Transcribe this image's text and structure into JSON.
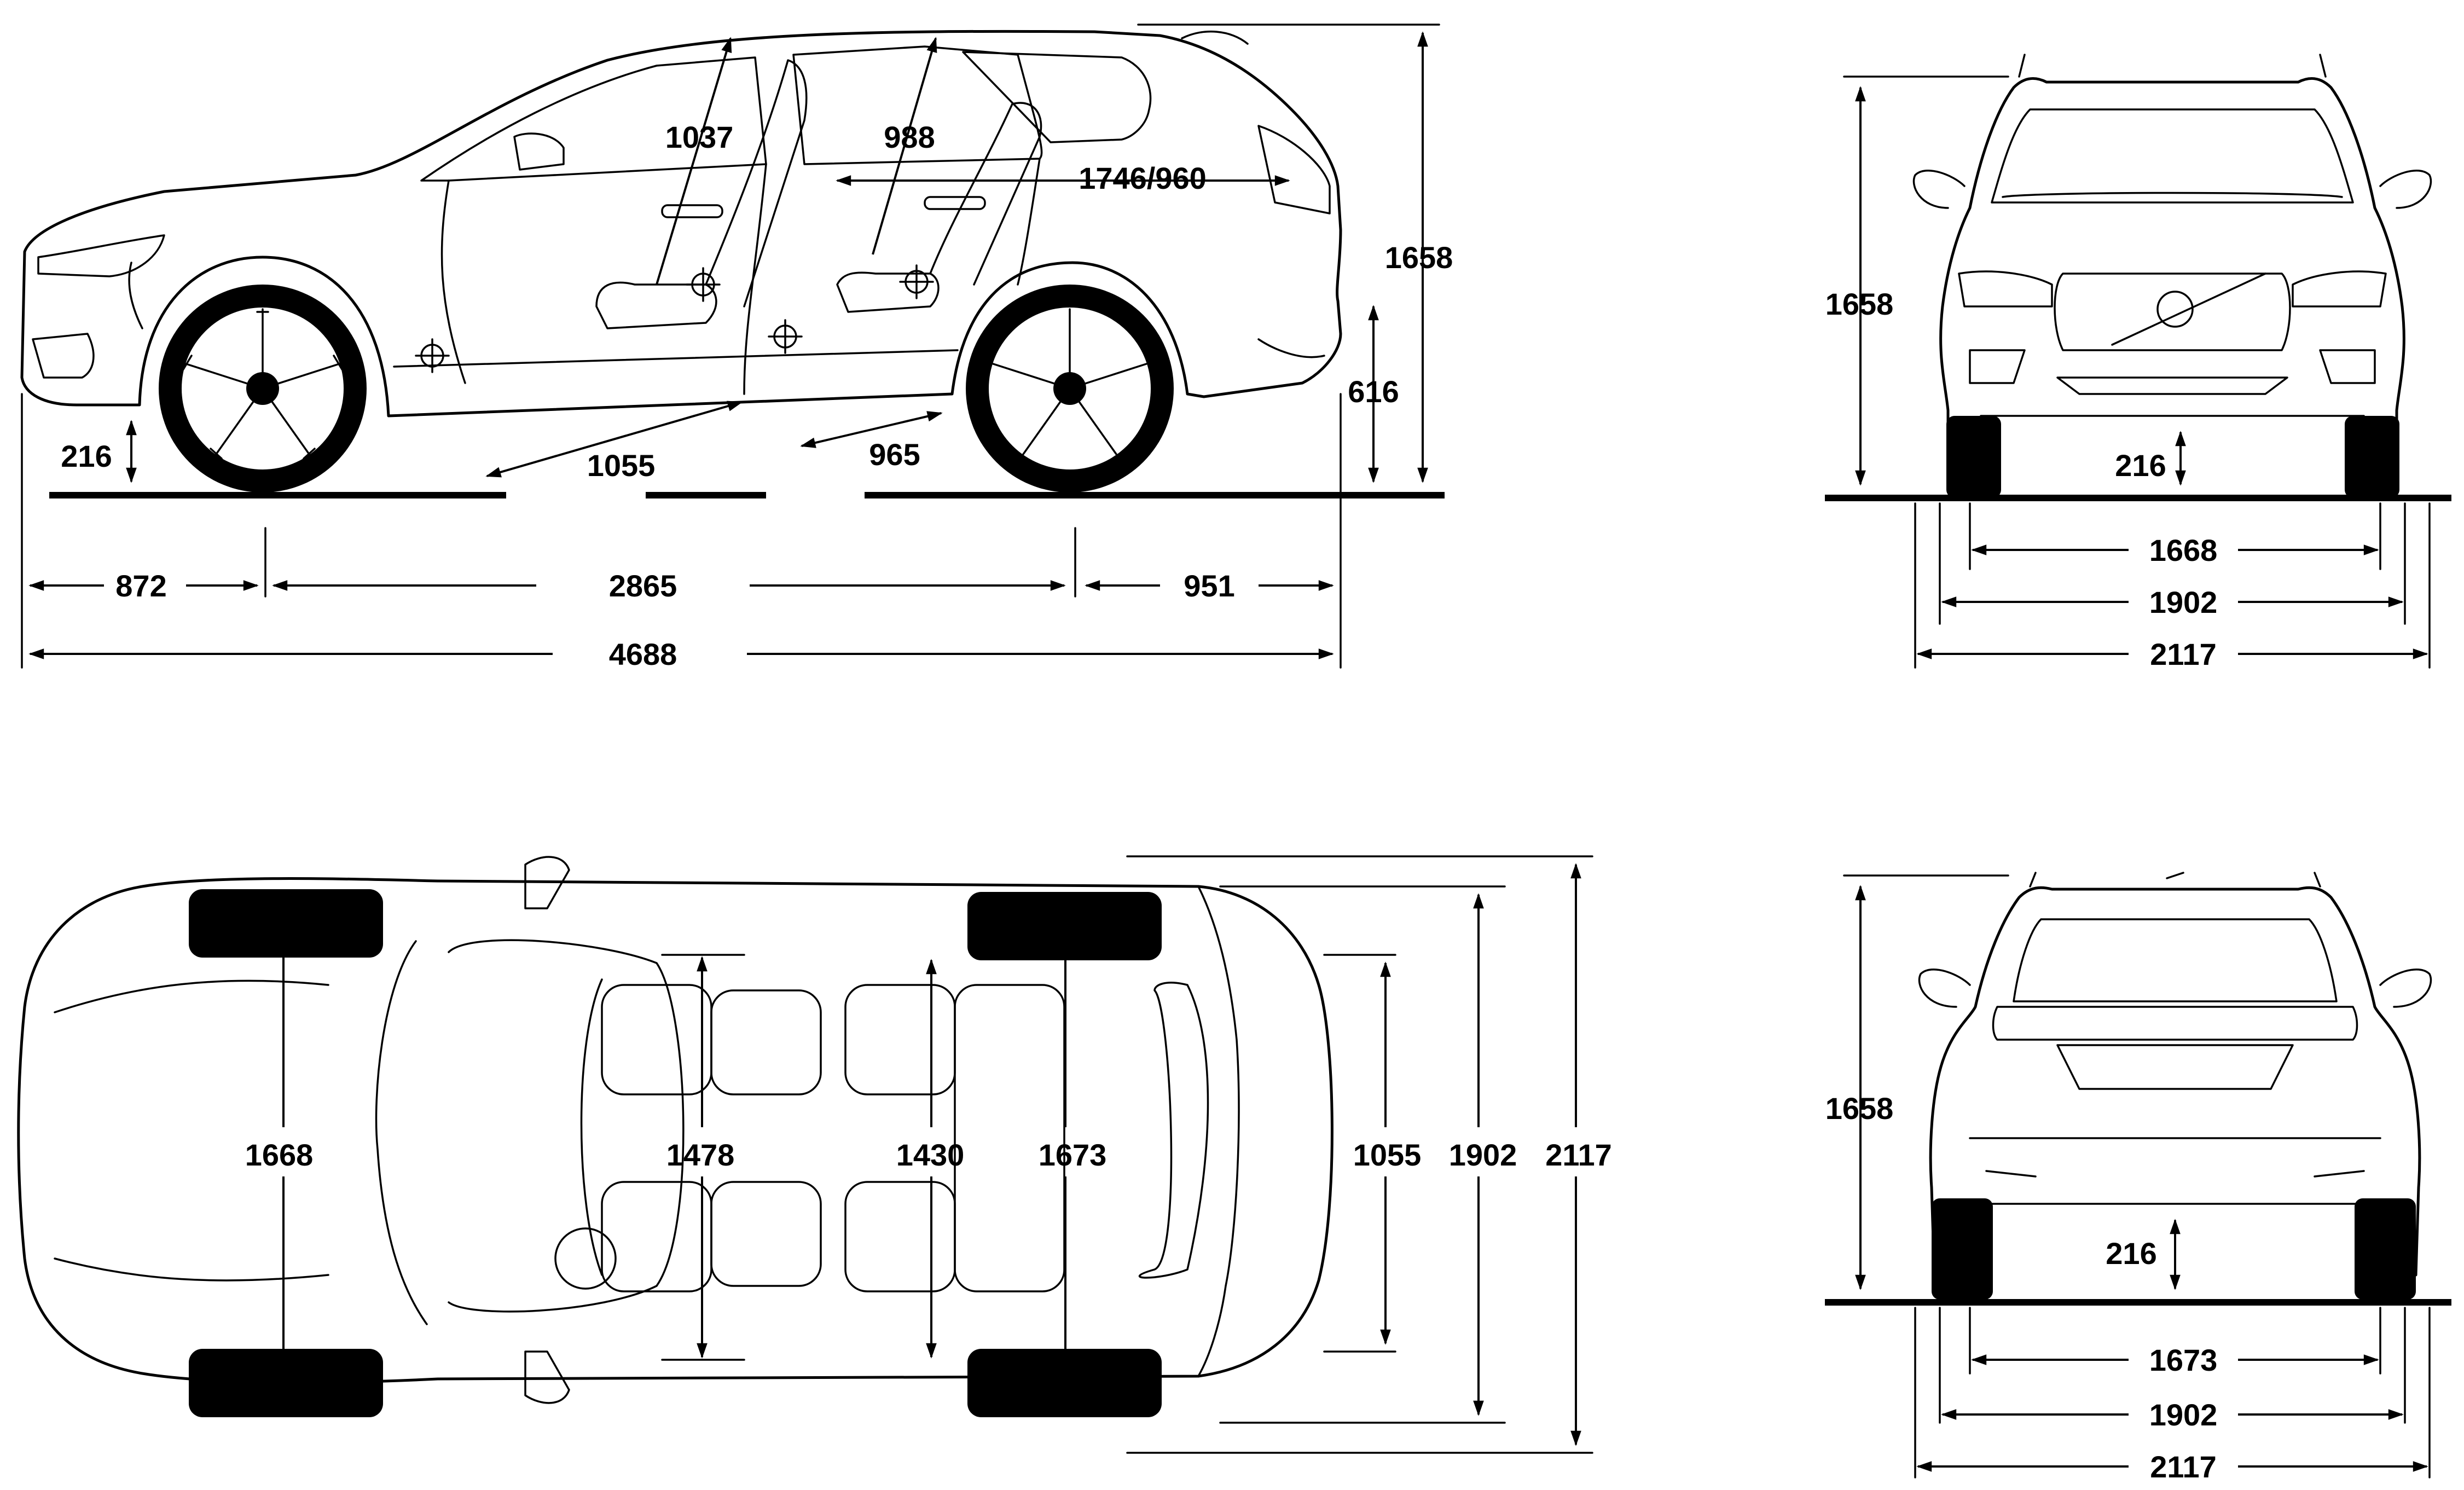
{
  "side_view": {
    "headroom_front": "1037",
    "headroom_rear": "988",
    "cargo_length": "1746/960",
    "height": "1658",
    "rear_overhang_height": "616",
    "ground_clearance": "216",
    "legroom_front": "1055",
    "legroom_rear": "965",
    "front_overhang": "872",
    "wheelbase": "2865",
    "rear_overhang": "951",
    "length": "4688"
  },
  "front_view": {
    "height": "1658",
    "ground_clearance": "216",
    "track": "1668",
    "width": "1902",
    "width_mirrors": "2117"
  },
  "top_view": {
    "front_track": "1668",
    "shoulder_front": "1478",
    "shoulder_rear": "1430",
    "rear_track": "1673",
    "cargo_width": "1055",
    "width": "1902",
    "width_mirrors": "2117"
  },
  "rear_view": {
    "height": "1658",
    "ground_clearance": "216",
    "track": "1673",
    "width": "1902",
    "width_mirrors": "2117"
  }
}
